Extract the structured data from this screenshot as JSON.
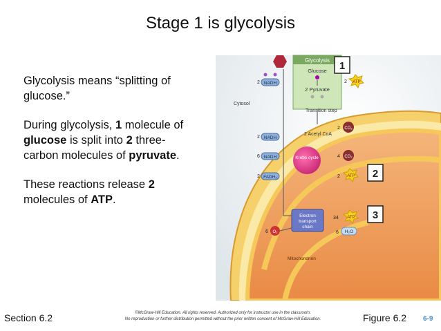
{
  "slide": {
    "title": "Stage 1 is glycolysis",
    "p1": "Glycolysis means “splitting of glucose.”",
    "p2": {
      "a": "During glycolysis, ",
      "b": "1",
      "c": " molecule of ",
      "d": "glucose",
      "e": " is split into ",
      "f": "2",
      "g": " three-carbon molecules of ",
      "h": "pyruvate",
      "i": "."
    },
    "p3": {
      "a": "These reactions release ",
      "b": "2",
      "c": " molecules of ",
      "d": "ATP",
      "e": "."
    }
  },
  "figure": {
    "glycolysis_box": "Glycolysis",
    "glucose": "Glucose",
    "two_pyruvate": "2 Pyruvate",
    "transition": "Transition step",
    "cytosol": "Cytosol",
    "mitochondrion": "Mitochondrion",
    "acetyl": "2 Acetyl CoA",
    "krebs": "Krebs cycle",
    "etc1": "Electron",
    "etc2": "transport",
    "etc3": "chain",
    "nadh": "NADH",
    "fadh2": "FADH₂",
    "atp": "ATP",
    "co2": "CO₂",
    "o2": "O₂",
    "h2o": "H₂O",
    "n2": "2",
    "n6": "6",
    "n4": "4",
    "n34": "34",
    "stage1": "1",
    "stage2": "2",
    "stage3": "3"
  },
  "footer": {
    "section": "Section 6.2",
    "figure": "Figure 6.2",
    "page": "6-9",
    "copyright1": "©McGraw-Hill Education. All rights reserved. Authorized only for instructor use in the classroom.",
    "copyright2": "No reproduction or further distribution permitted without the prior written consent of McGraw-Hill Education."
  }
}
